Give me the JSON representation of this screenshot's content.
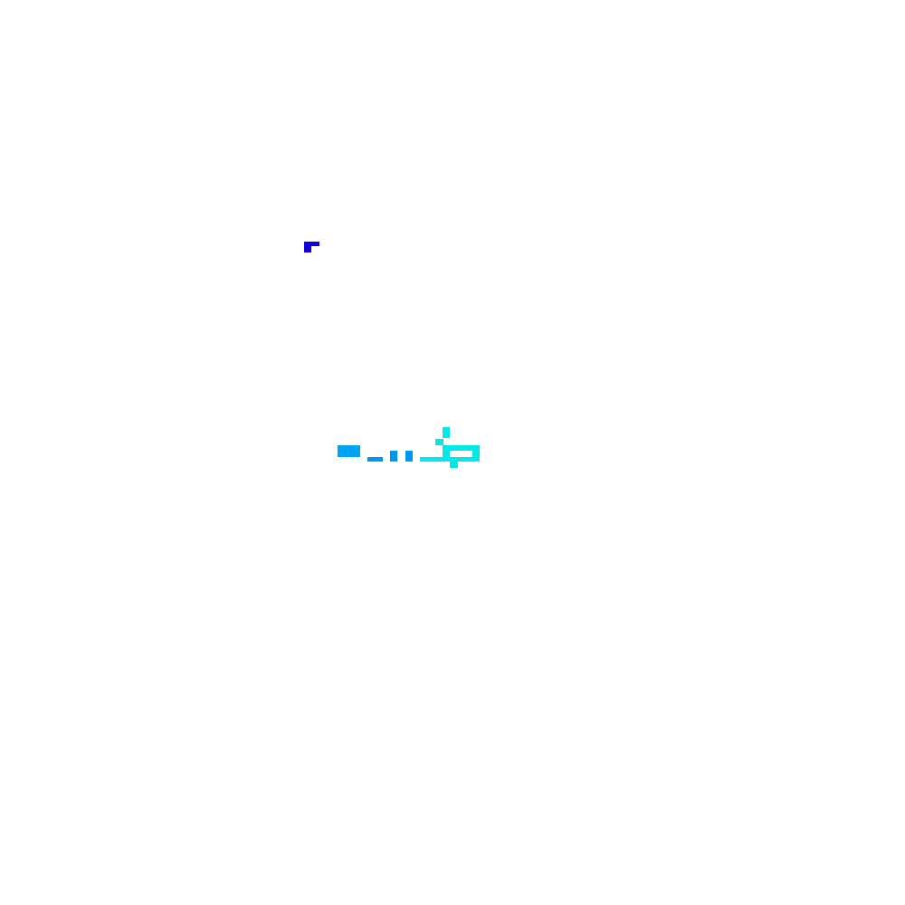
{
  "palette": {
    "background": "#ffffff",
    "top_marker": "#1000dc",
    "left_dash": "#00a2f2",
    "middle_dash": "#0096f0",
    "right_glyph": "#00e8ea"
  },
  "shapes": [
    {
      "name": "top-pixel-mark",
      "color_key": "top_marker"
    },
    {
      "name": "left-bar",
      "color_key": "left_dash"
    },
    {
      "name": "middle-dashes",
      "color_key": "middle_dash"
    },
    {
      "name": "right-pixel-glyph",
      "color_key": "right_glyph"
    }
  ]
}
